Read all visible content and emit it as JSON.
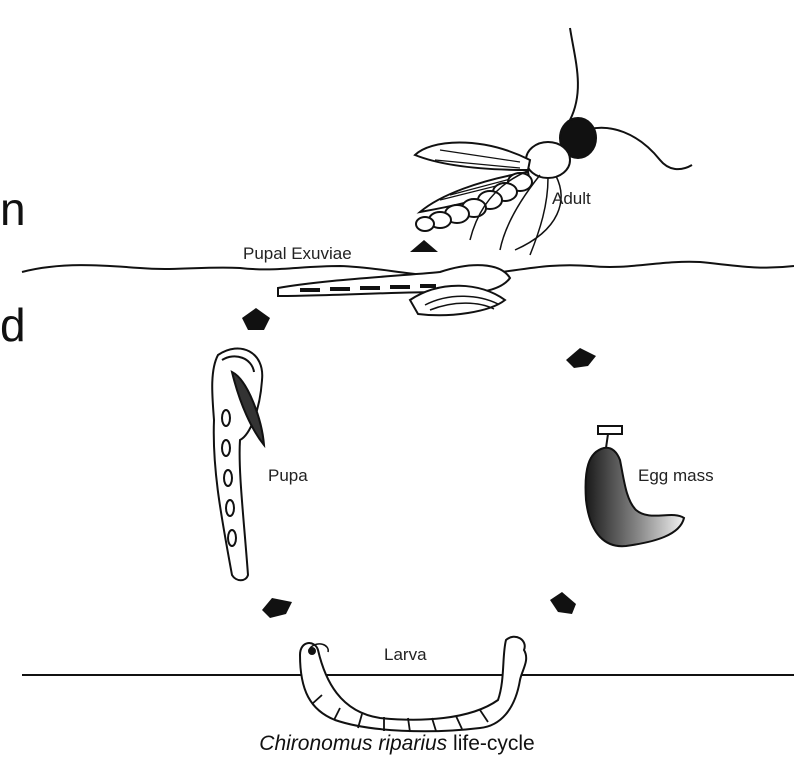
{
  "labels": {
    "adult": "Adult",
    "pupal_exuviae": "Pupal Exuviae",
    "pupa": "Pupa",
    "egg_mass": "Egg mass",
    "larva": "Larva"
  },
  "caption": {
    "species": "Chironomus riparius",
    "suffix": " life-cycle"
  },
  "cropped_text": [
    "n",
    "d"
  ],
  "colors": {
    "ink": "#111111",
    "egg_dark": "#1a1a1a",
    "egg_light": "#f2f2f2"
  },
  "arrow_count": 5
}
